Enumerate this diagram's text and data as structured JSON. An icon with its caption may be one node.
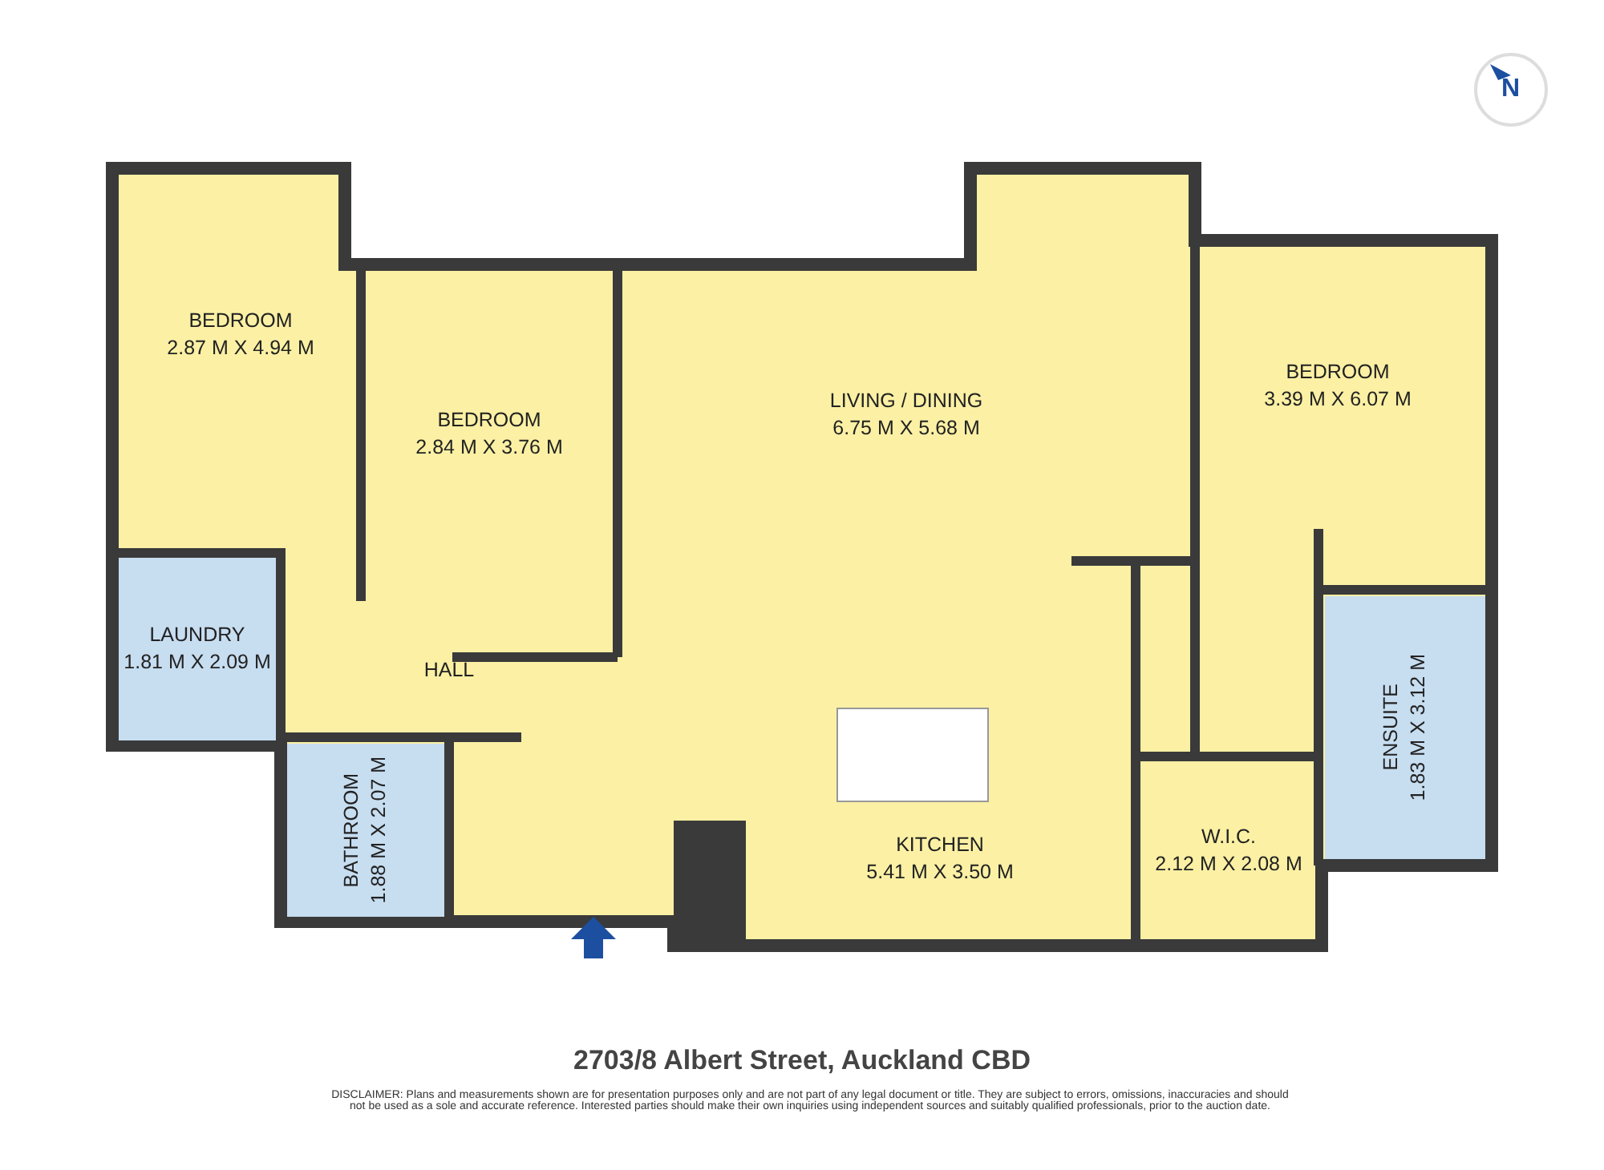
{
  "diagram": {
    "title": "2703/8 Albert Street, Auckland CBD",
    "caption": "DISCLAIMER: Plans and measurements shown are for presentation purposes only and are not part of any legal document or title. They are subject to errors, omissions, inaccuracies and should not be used as a sole and accurate reference. Interested parties should make their own inquiries using independent sources and suitably qualified professionals, prior to the auction date.",
    "nodes": [
      {
        "text": [
          "BEDROOM",
          "2.87 M X 4.94 M"
        ]
      },
      {
        "text": [
          "BEDROOM",
          "2.84 M X 3.76 M"
        ]
      },
      {
        "text": [
          "LIVING / DINING",
          "6.75 M X 5.68 M"
        ]
      },
      {
        "text": [
          "BEDROOM",
          "3.39 M X 6.07 M"
        ]
      },
      {
        "text": [
          "LAUNDRY",
          "1.81 M X 2.09 M"
        ]
      },
      {
        "text": [
          "HALL"
        ]
      },
      {
        "text": [
          "BATHROOM",
          "1.88 M X 2.07 M"
        ]
      },
      {
        "text": [
          "KITCHEN",
          "5.41 M X 3.50 M"
        ]
      },
      {
        "text": [
          "W.I.C.",
          "2.12 M X 2.08 M"
        ]
      },
      {
        "text": [
          "ENSUITE",
          "1.83 M X 3.12 M"
        ]
      }
    ],
    "labels": [
      "N"
    ]
  }
}
